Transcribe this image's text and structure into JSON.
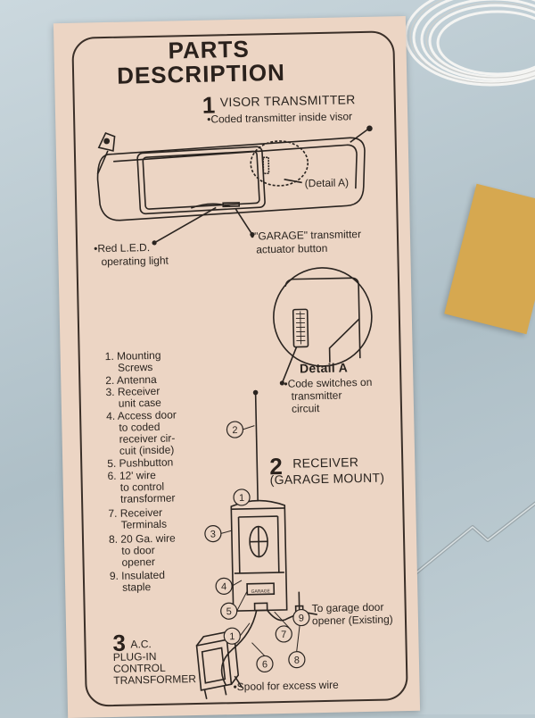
{
  "title": {
    "line1": "PARTS",
    "line2": "DESCRIPTION"
  },
  "visor": {
    "number": "1",
    "heading": "VISOR TRANSMITTER",
    "caption": "•Coded transmitter inside visor",
    "detail_a_label": "(Detail A)",
    "led_label_1": "•Red L.E.D.",
    "led_label_2": "operating light",
    "button_label_1": "•\"GARAGE\" transmitter",
    "button_label_2": "actuator button"
  },
  "detail_a": {
    "title": "Detail A",
    "caption_1": "•Code switches on",
    "caption_2": "transmitter",
    "caption_3": "circuit"
  },
  "parts_list": [
    "1. Mounting",
    "Screws",
    "2. Antenna",
    "3. Receiver",
    "unit case",
    "4. Access door",
    "to  coded",
    "receiver cir-",
    "cuit (inside)",
    "5. Pushbutton",
    "6. 12' wire",
    "to control",
    "transformer",
    "7. Receiver",
    "Terminals",
    "8. 20 Ga. wire",
    "to door",
    "opener",
    "9. Insulated",
    "staple"
  ],
  "receiver": {
    "number": "2",
    "heading_1": "RECEIVER",
    "heading_2": "(GARAGE MOUNT)",
    "button_text": "GARAGE",
    "opener_label_1": "To garage door",
    "opener_label_2": "opener (Existing)"
  },
  "transformer": {
    "number": "3",
    "line_1": "A.C.",
    "line_2": "PLUG-IN",
    "line_3": "CONTROL",
    "line_4": "TRANSFORMER",
    "spool_label": "•Spool for excess wire"
  },
  "callouts": [
    "1",
    "2",
    "3",
    "4",
    "5",
    "6",
    "7",
    "8",
    "9"
  ]
}
